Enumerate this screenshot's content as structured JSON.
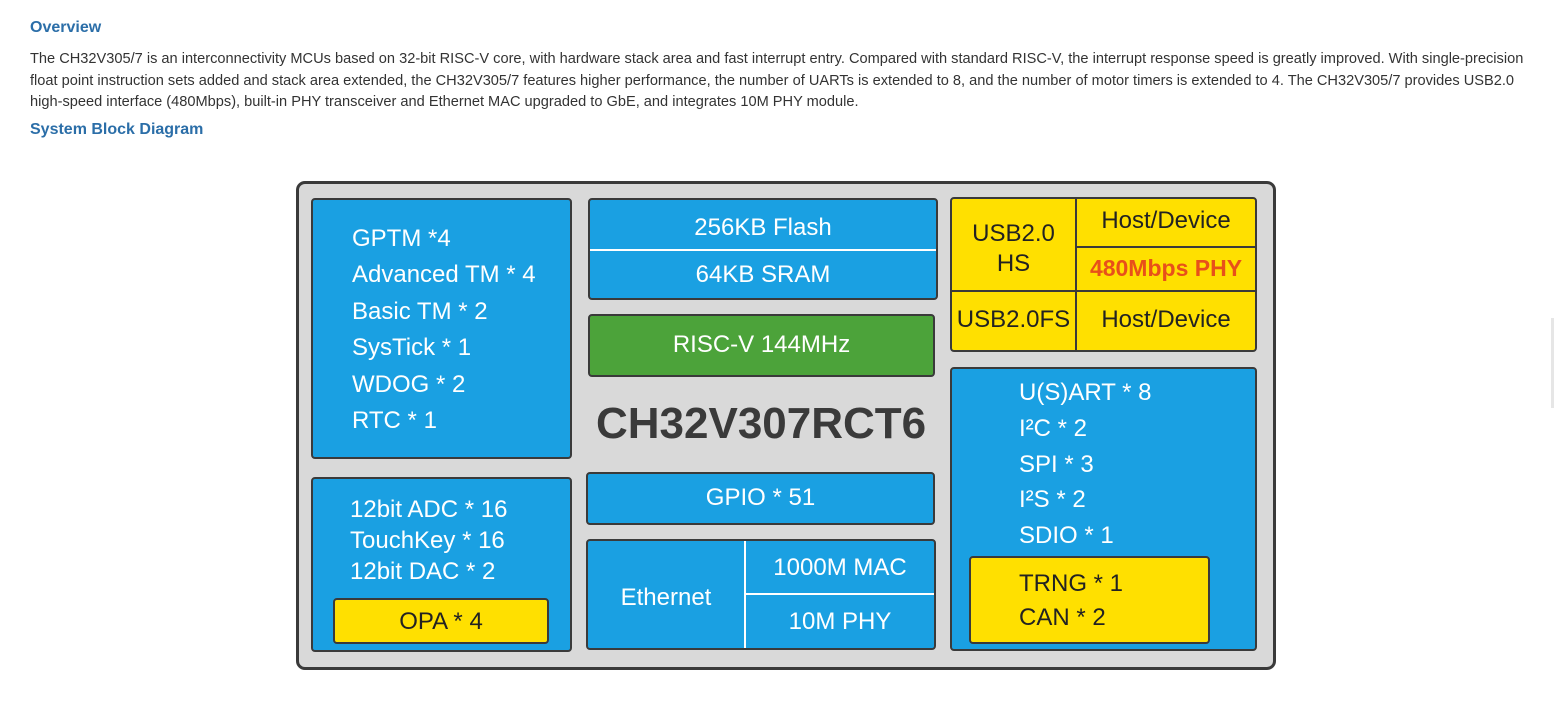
{
  "overview": {
    "heading": "Overview",
    "text": "The CH32V305/7 is an interconnectivity MCUs based on 32-bit RISC-V core, with hardware stack area and fast interrupt entry. Compared with standard RISC-V, the interrupt response speed is greatly improved. With single-precision float point instruction sets added and stack area extended, the CH32V305/7 features higher performance, the number of UARTs is extended to 8, and the number of motor timers is extended to 4. The CH32V305/7 provides USB2.0 high-speed interface (480Mbps), built-in PHY transceiver and Ethernet MAC upgraded to GbE, and integrates 10M PHY module."
  },
  "diagram": {
    "heading": "System Block Diagram",
    "chip_name": "CH32V307RCT6",
    "timers": [
      "GPTM *4",
      "Advanced TM * 4",
      "Basic TM * 2",
      "SysTick  * 1",
      "WDOG * 2",
      "RTC * 1"
    ],
    "analog": [
      "12bit ADC * 16",
      "TouchKey * 16",
      "12bit  DAC * 2"
    ],
    "opa": "OPA * 4",
    "memory": {
      "flash": "256KB Flash",
      "sram": "64KB SRAM"
    },
    "core": "RISC-V  144MHz",
    "gpio": "GPIO * 51",
    "ethernet": {
      "label": "Ethernet",
      "mac": "1000M  MAC",
      "phy": "10M  PHY"
    },
    "usb_hs": {
      "label_line1": "USB2.0",
      "label_line2": "HS",
      "mode": "Host/Device",
      "speed": "480Mbps PHY"
    },
    "usb_fs": {
      "label": "USB2.0FS",
      "mode": "Host/Device"
    },
    "comm": [
      "U(S)ART * 8",
      "I²C * 2",
      "SPI * 3",
      "I²S * 2",
      "SDIO * 1"
    ],
    "security": [
      "TRNG * 1",
      "CAN * 2"
    ],
    "colors": {
      "blue": "#1aa0e2",
      "yellow": "#ffe000",
      "green": "#4ca33a",
      "accent_red": "#e8501a",
      "heading": "#2b6ea8"
    }
  }
}
